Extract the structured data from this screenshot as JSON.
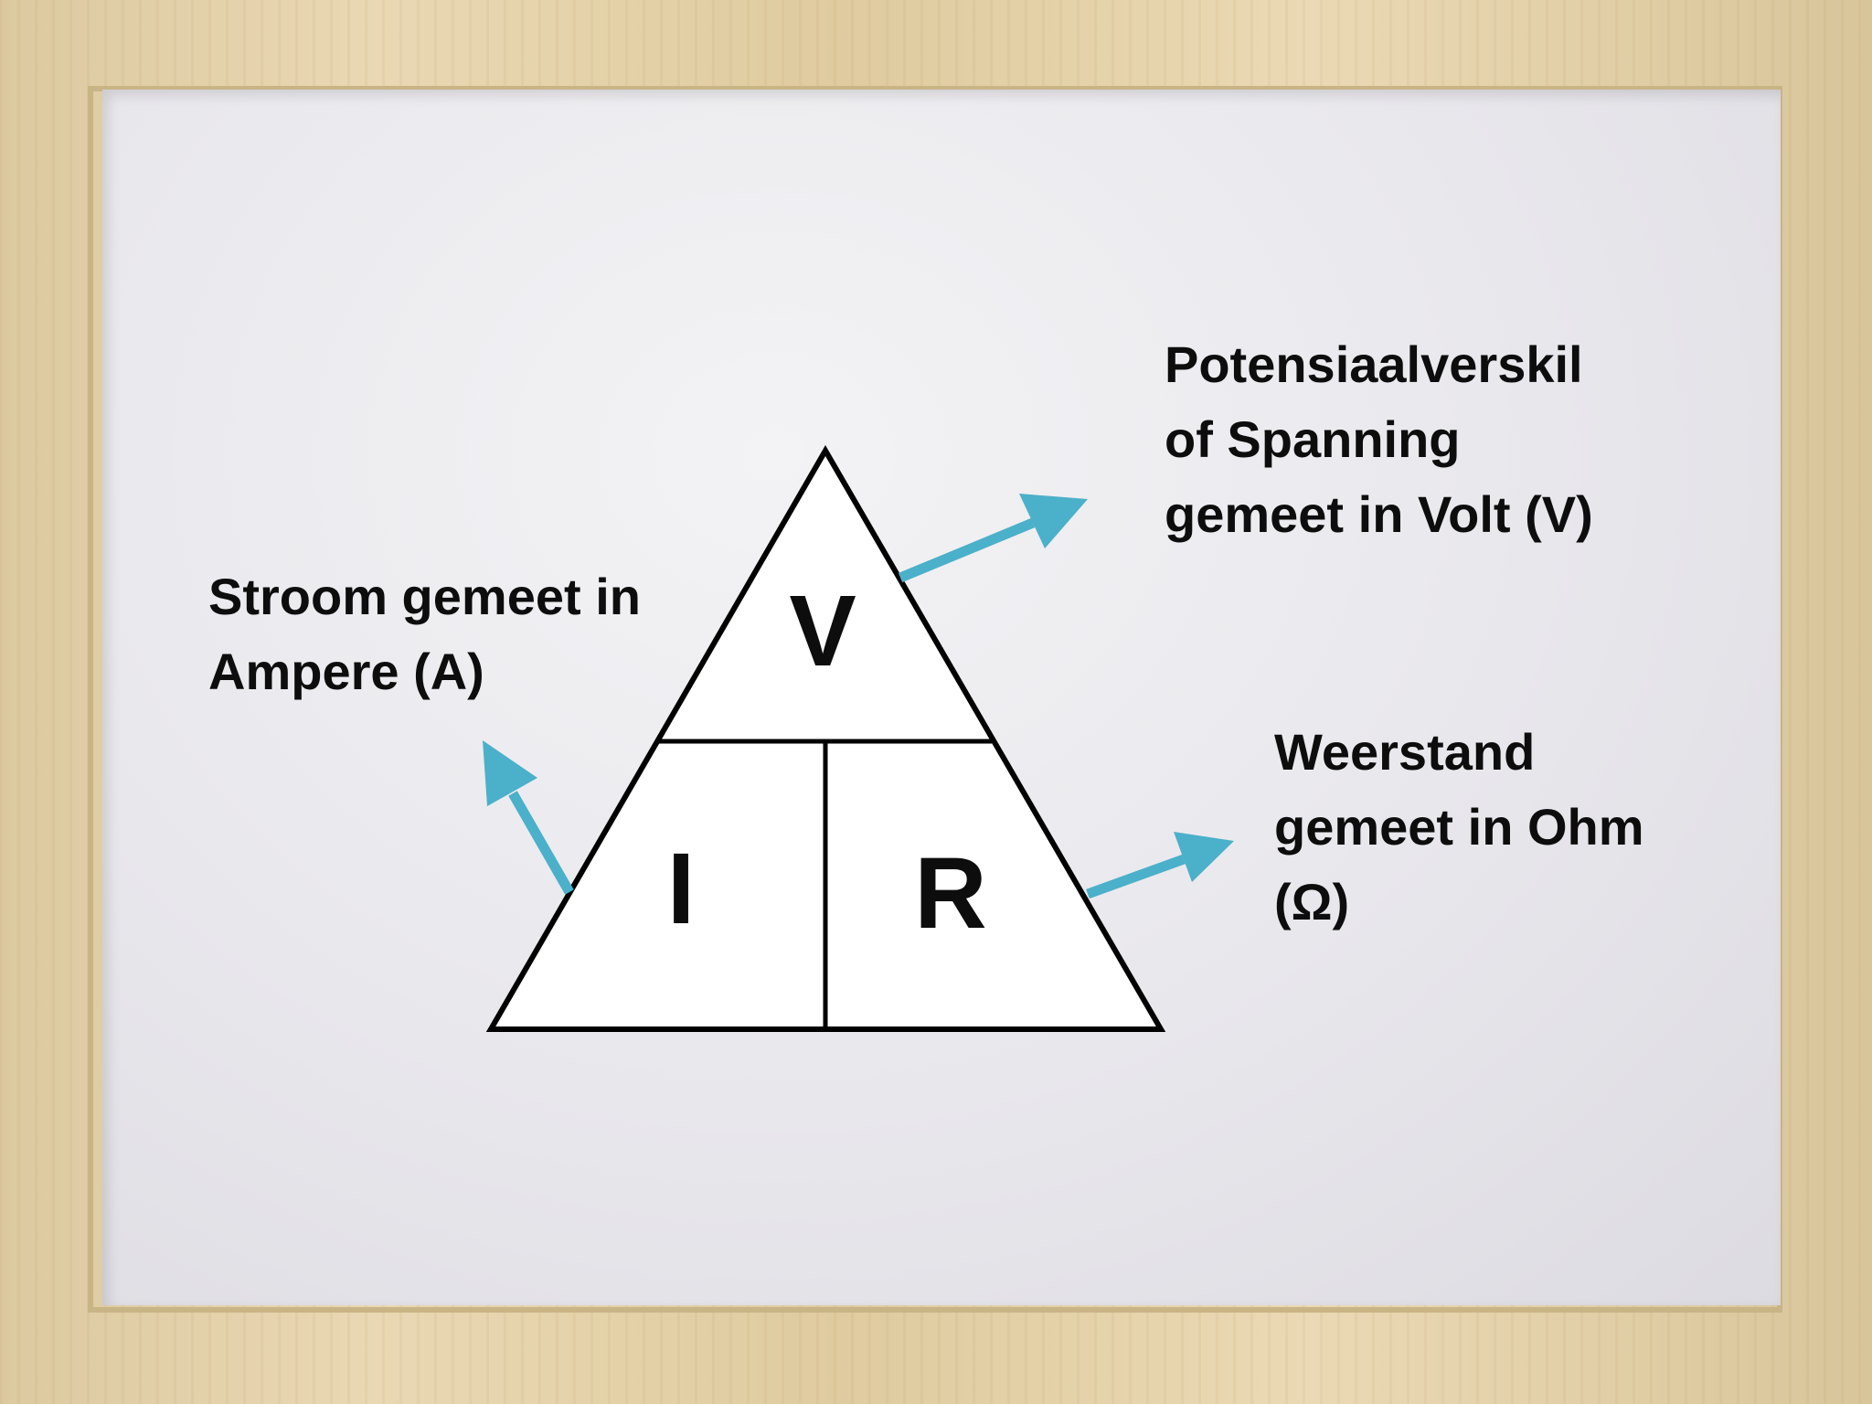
{
  "triangle": {
    "top_letter": "V",
    "left_letter": "I",
    "right_letter": "R"
  },
  "labels": {
    "voltage": "Potensiaalverskil\nof Spanning\ngemeet in Volt (V)",
    "current": "Stroom gemeet in\nAmpere (A)",
    "resistance": "Weerstand\ngemeet in Ohm\n(Ω)"
  },
  "colors": {
    "arrow": "#4bb0c9",
    "board": "#e8e7ec",
    "frame": "#e3d2ab",
    "text": "#0d0d0d"
  }
}
